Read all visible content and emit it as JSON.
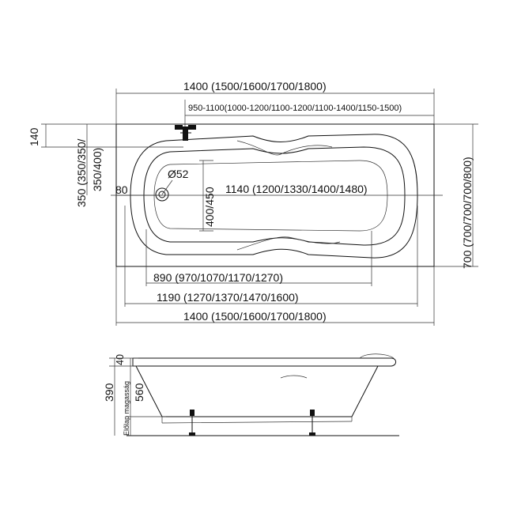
{
  "top_view": {
    "width_top": "1400 (1500/1600/1700/1800)",
    "faucet_range": "950-1100(1000-1200/1100-1200/1100-1400/1150-1500)",
    "offset_140": "140",
    "offset_350_a": "350 (350/350/",
    "offset_350_b": "350/400)",
    "offset_80": "80",
    "drain_diameter": "Ø52",
    "inner_width": "400/450",
    "inner_length": "1140 (1200/1330/1400/1480)",
    "depth_right": "700 (700/700/700/800)",
    "bottom_890": "890 (970/1070/1170/1270)",
    "bottom_1190": "1190 (1270/1370/1470/1600)",
    "width_bottom": "1400 (1500/1600/1700/1800)"
  },
  "side_view": {
    "rim_40": "40",
    "height_390": "390",
    "height_560": "560",
    "apron_label": "Előlap magasság"
  }
}
